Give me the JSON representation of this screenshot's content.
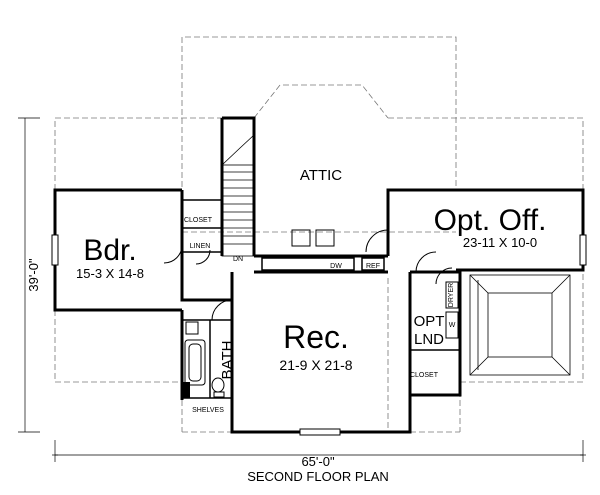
{
  "plan": {
    "caption": "SECOND FLOOR PLAN",
    "overall_width": "65'-0\"",
    "overall_depth": "39'-0\""
  },
  "rooms": {
    "attic": {
      "name": "ATTIC"
    },
    "bedroom": {
      "name": "Bdr.",
      "size": "15-3 X 14-8"
    },
    "office": {
      "name": "Opt. Off.",
      "size": "23-11 X 10-0"
    },
    "rec": {
      "name": "Rec.",
      "size": "21-9 X 21-8"
    },
    "bath": {
      "name": "BATH"
    },
    "laundry": {
      "line1": "OPT",
      "line2": "LND"
    }
  },
  "annotations": {
    "closet_top": "CLOSET",
    "linen": "LINEN",
    "down": "DN",
    "dw": "DW",
    "refrigerator": "REF",
    "closet_right": "CLOSET",
    "shelves": "SHELVES",
    "dryer": "DRYER",
    "washer": "W"
  }
}
